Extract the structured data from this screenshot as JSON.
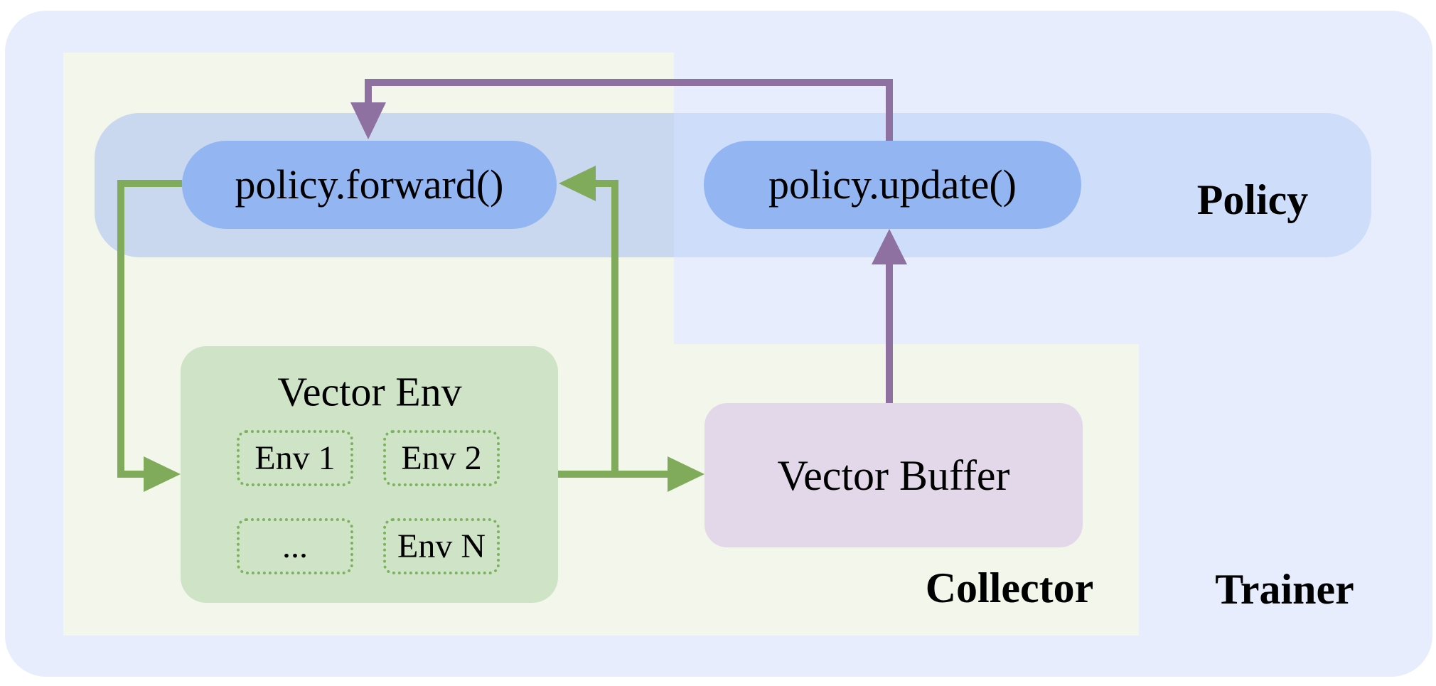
{
  "labels": {
    "policy_forward": "policy.forward()",
    "policy_update": "policy.update()",
    "policy": "Policy",
    "vector_env": "Vector Env",
    "env_1": "Env 1",
    "env_2": "Env 2",
    "env_more": "...",
    "env_n": "Env N",
    "vector_buffer": "Vector Buffer",
    "collector": "Collector",
    "trainer": "Trainer"
  },
  "colors": {
    "page_bg": "#ffffff",
    "trainer_bg": "#e7edfc",
    "collector_bg": "#f3f7eb",
    "policy_band": "#cedefa",
    "policy_band_overlap": "#cad8ef",
    "pill_bg": "#93b6f2",
    "env_box_bg": "#cfe3c7",
    "env_dash_border": "#7cb25e",
    "buffer_bg": "#e3d8e9",
    "arrow_green": "#7fab5b",
    "arrow_purple": "#8e70a1",
    "text": "#000000"
  }
}
